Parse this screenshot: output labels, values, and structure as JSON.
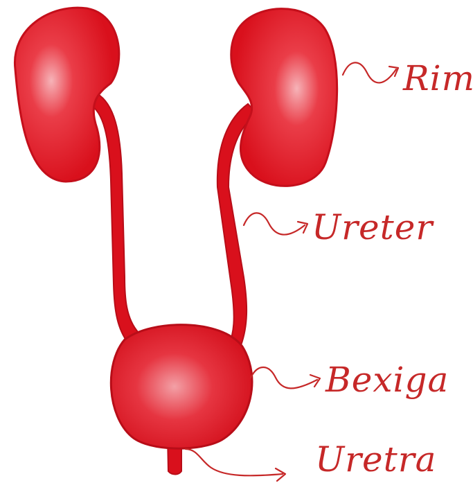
{
  "labels": {
    "rim": "Rim",
    "ureter": "Ureter",
    "bexiga": "Bexiga",
    "uretra": "Uretra"
  },
  "colors": {
    "organ": "#e0131f",
    "organ_dark": "#b80d18",
    "highlight": "#f4a6ab",
    "ink": "#c62828",
    "background": "#ffffff"
  },
  "icons": {
    "pointer": "wavy-arrow-icon"
  }
}
